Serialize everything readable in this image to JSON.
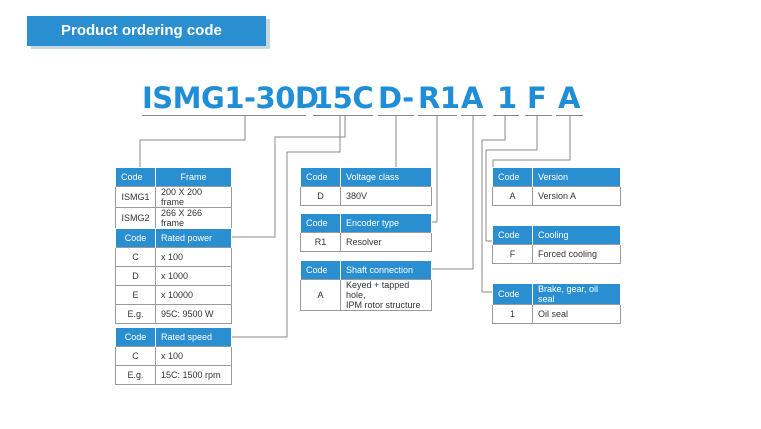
{
  "banner": {
    "title": "Product ordering code"
  },
  "code_parts": [
    "ISMG1-30D",
    "15C",
    "D-",
    "R1",
    "A",
    "1",
    "F",
    "A"
  ],
  "tables": {
    "frame": {
      "headers": [
        "Code",
        "Frame"
      ],
      "rows": [
        [
          "ISMG1",
          "200 X 200 frame"
        ],
        [
          "ISMG2",
          "266 X 266 frame"
        ]
      ]
    },
    "rated_power": {
      "headers": [
        "Code",
        "Rated power"
      ],
      "rows": [
        [
          "C",
          "x 100"
        ],
        [
          "D",
          "x 1000"
        ],
        [
          "E",
          "x 10000"
        ],
        [
          "E.g.",
          "95C: 9500 W"
        ]
      ]
    },
    "rated_speed": {
      "headers": [
        "Code",
        "Rated speed"
      ],
      "rows": [
        [
          "C",
          "x 100"
        ],
        [
          "E.g.",
          "15C: 1500 rpm"
        ]
      ]
    },
    "voltage_class": {
      "headers": [
        "Code",
        "Voltage class"
      ],
      "rows": [
        [
          "D",
          "380V"
        ]
      ]
    },
    "encoder_type": {
      "headers": [
        "Code",
        "Encoder type"
      ],
      "rows": [
        [
          "R1",
          "Resolver"
        ]
      ]
    },
    "shaft_connection": {
      "headers": [
        "Code",
        "Shaft connection"
      ],
      "rows": [
        [
          "A",
          "Keyed + tapped hole,\nIPM rotor structure"
        ]
      ]
    },
    "version": {
      "headers": [
        "Code",
        "Version"
      ],
      "rows": [
        [
          "A",
          "Version A"
        ]
      ]
    },
    "cooling": {
      "headers": [
        "Code",
        "Cooling"
      ],
      "rows": [
        [
          "F",
          "Forced cooling"
        ]
      ]
    },
    "brake": {
      "headers": [
        "Code",
        "Brake, gear, oil seal"
      ],
      "rows": [
        [
          "1",
          "Oil seal"
        ]
      ]
    }
  }
}
